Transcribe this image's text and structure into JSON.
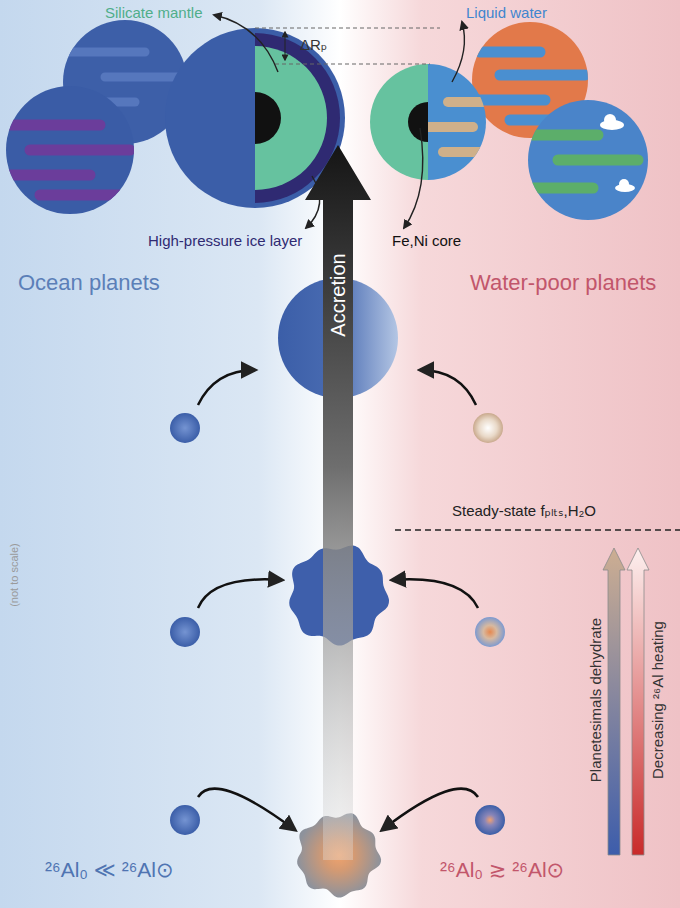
{
  "diagram": {
    "nodes": [
      {
        "text": [
          "Ocean planets",
          "²⁶Al₀ ≪ ²⁶Al⊙"
        ]
      },
      {
        "text": [
          "Water-poor planets",
          "²⁶Al₀ ≳ ²⁶Al⊙"
        ]
      },
      {
        "text": [
          "Accretion"
        ]
      }
    ],
    "labels": [
      "Silicate mantle",
      "Liquid water",
      "ΔRₚ",
      "High-pressure ice layer",
      "Fe,Ni core",
      "Steady-state fₚₗₜₛ,H₂O",
      "(not to scale)",
      "Planetesimals dehydrate",
      "Decreasing ²⁶Al heating"
    ]
  }
}
